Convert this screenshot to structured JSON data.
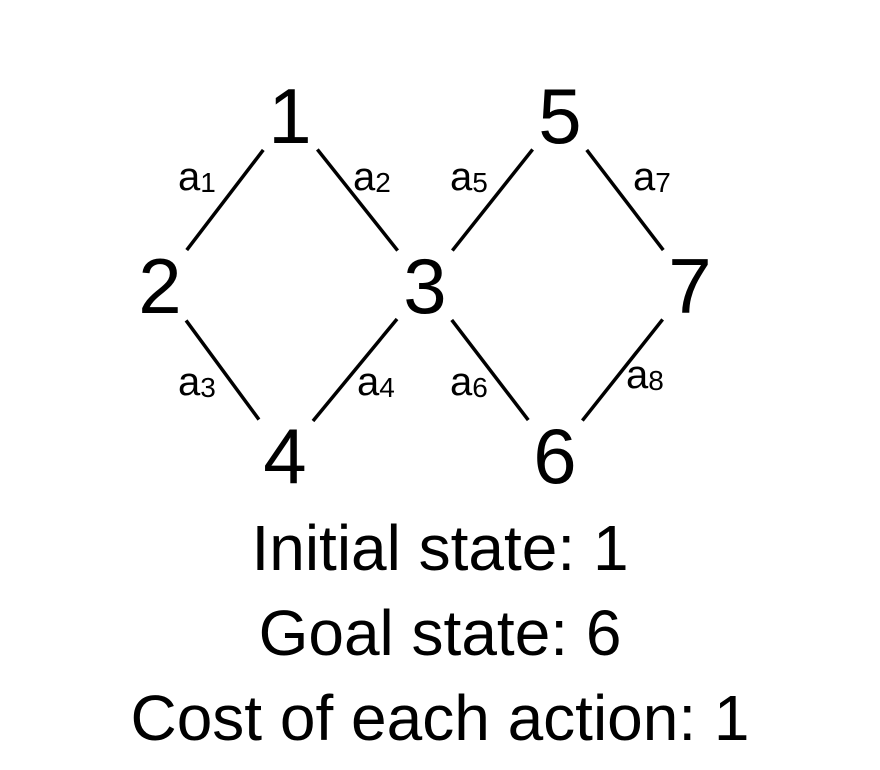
{
  "graph": {
    "nodes": [
      {
        "id": "1",
        "label": "1"
      },
      {
        "id": "2",
        "label": "2"
      },
      {
        "id": "3",
        "label": "3"
      },
      {
        "id": "4",
        "label": "4"
      },
      {
        "id": "5",
        "label": "5"
      },
      {
        "id": "6",
        "label": "6"
      },
      {
        "id": "7",
        "label": "7"
      }
    ],
    "edges": [
      {
        "from": "1",
        "to": "2",
        "label": "a",
        "sub": "1"
      },
      {
        "from": "1",
        "to": "3",
        "label": "a",
        "sub": "2"
      },
      {
        "from": "2",
        "to": "4",
        "label": "a",
        "sub": "3"
      },
      {
        "from": "3",
        "to": "4",
        "label": "a",
        "sub": "4"
      },
      {
        "from": "3",
        "to": "5",
        "label": "a",
        "sub": "5"
      },
      {
        "from": "3",
        "to": "6",
        "label": "a",
        "sub": "6"
      },
      {
        "from": "5",
        "to": "7",
        "label": "a",
        "sub": "7"
      },
      {
        "from": "7",
        "to": "6",
        "label": "a",
        "sub": "8"
      }
    ]
  },
  "info": {
    "initial_label": "Initial state:",
    "initial_value": "1",
    "goal_label": "Goal state:",
    "goal_value": "6",
    "cost_label": "Cost of each action:",
    "cost_value": "1"
  }
}
